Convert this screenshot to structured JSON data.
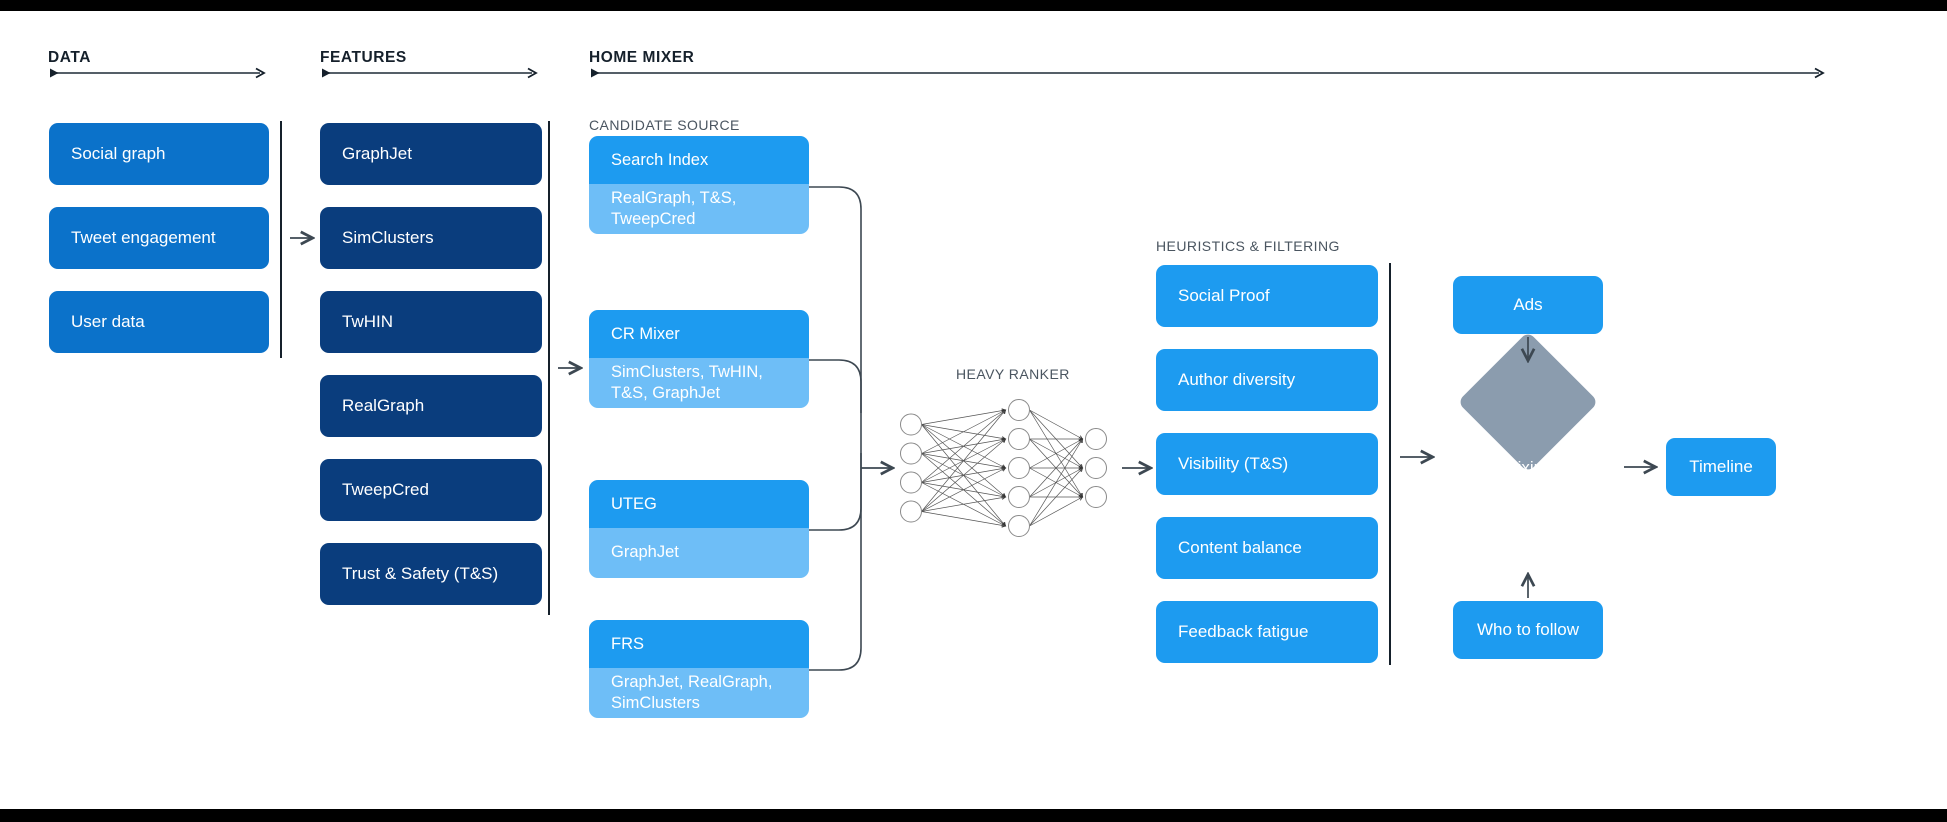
{
  "theme": {
    "background": "#ffffff",
    "letterbox": "#000000",
    "data_blue": "#0b72ca",
    "feature_navy": "#0a3d7d",
    "accent_blue": "#1d9bf0",
    "light_blue": "#6ebef7",
    "diamond_gray": "#8b9cae",
    "rule_dark": "#15202b",
    "muted_text": "#4a5560"
  },
  "sections": {
    "data": {
      "label": "DATA"
    },
    "features": {
      "label": "FEATURES"
    },
    "home_mixer": {
      "label": "HOME MIXER"
    },
    "candidate_source": {
      "label": "CANDIDATE SOURCE"
    },
    "heavy_ranker": {
      "label": "HEAVY RANKER"
    },
    "heuristics": {
      "label": "HEURISTICS & FILTERING"
    }
  },
  "data_column": {
    "items": [
      {
        "label": "Social graph"
      },
      {
        "label": "Tweet engagement"
      },
      {
        "label": "User data"
      }
    ]
  },
  "features_column": {
    "items": [
      {
        "label": "GraphJet"
      },
      {
        "label": "SimClusters"
      },
      {
        "label": "TwHIN"
      },
      {
        "label": "RealGraph"
      },
      {
        "label": "TweepCred"
      },
      {
        "label": "Trust & Safety (T&S)"
      }
    ]
  },
  "candidate_sources": [
    {
      "title": "Search Index",
      "features": "RealGraph, T&S,\nTweepCred"
    },
    {
      "title": "CR Mixer",
      "features": "SimClusters, TwHIN,\nT&S, GraphJet"
    },
    {
      "title": "UTEG",
      "features": "GraphJet"
    },
    {
      "title": "FRS",
      "features": "GraphJet, RealGraph,\nSimClusters"
    }
  ],
  "heavy_ranker": {
    "label": "HEAVY RANKER",
    "layers": [
      4,
      5,
      3
    ]
  },
  "heuristics_column": {
    "items": [
      {
        "label": "Social Proof"
      },
      {
        "label": "Author diversity"
      },
      {
        "label": "Visibility (T&S)"
      },
      {
        "label": "Content balance"
      },
      {
        "label": "Feedback fatigue"
      }
    ]
  },
  "output_stage": {
    "ads": {
      "label": "Ads"
    },
    "mixing": {
      "label": "Mixing"
    },
    "who_to_follow": {
      "label": "Who to follow"
    },
    "timeline": {
      "label": "Timeline"
    }
  }
}
